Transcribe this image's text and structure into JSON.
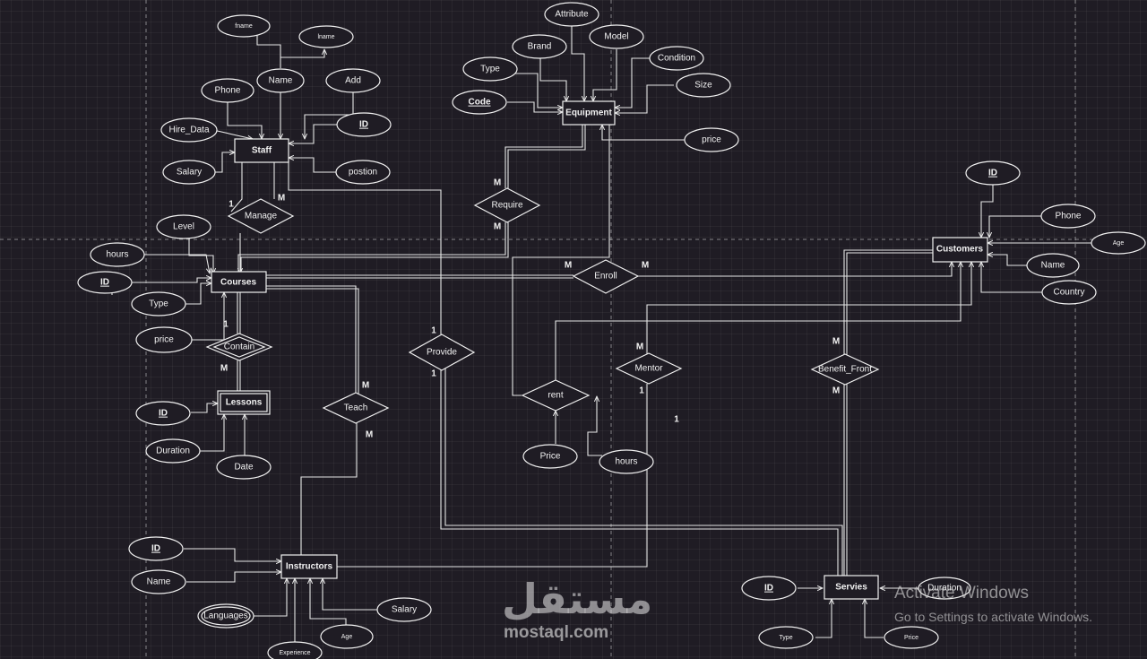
{
  "entities": {
    "staff": "Staff",
    "equipment": "Equipment",
    "customers": "Customers",
    "courses": "Courses",
    "lessons": "Lessons",
    "instructors": "Instructors",
    "servies": "Servies"
  },
  "relationships": {
    "manage": "Manage",
    "require": "Require",
    "enroll": "Enroll",
    "contain": "Contain",
    "provide": "Provide",
    "mentor": "Mentor",
    "benefit_front": "Benefit_Front",
    "rent": "rent",
    "teach": "Teach"
  },
  "attributes": {
    "staff_fname": "fname",
    "staff_lname": "lname",
    "staff_name": "Name",
    "staff_phone": "Phone",
    "staff_add": "Add",
    "staff_id": "ID",
    "staff_hire": "Hire_Data",
    "staff_salary": "Salary",
    "staff_position": "postion",
    "eq_attribute": "Attribute",
    "eq_brand": "Brand",
    "eq_model": "Model",
    "eq_type": "Type",
    "eq_condition": "Condition",
    "eq_code": "Code",
    "eq_size": "Size",
    "eq_price": "price",
    "cust_id": "ID",
    "cust_phone": "Phone",
    "cust_age": "Age",
    "cust_name": "Name",
    "cust_country": "Country",
    "course_level": "Level",
    "course_hours": "hours",
    "course_id": "ID",
    "course_type": "Type",
    "course_price": "price",
    "lesson_id": "ID",
    "lesson_duration": "Duration",
    "lesson_date": "Date",
    "rent_price": "Price",
    "rent_hours": "hours",
    "inst_id": "ID",
    "inst_name": "Name",
    "inst_languages": "Languages",
    "inst_salary": "Salary",
    "inst_age": "Age",
    "inst_experience": "Experience",
    "serv_id": "ID",
    "serv_duration": "Duration",
    "serv_type": "Type",
    "serv_price": "Price"
  },
  "cardinalities": {
    "manage_staff_1": "1",
    "manage_staff_m": "M",
    "require_top": "M",
    "require_bottom": "M",
    "enroll_left": "M",
    "enroll_right": "M",
    "contain_top": "1",
    "contain_bottom": "M",
    "provide_top": "1",
    "provide_bottom": "1",
    "mentor_top": "M",
    "mentor_bottom": "1",
    "mentor_far": "1",
    "benefit_top": "M",
    "benefit_bottom": "M",
    "teach_top": "M",
    "teach_bottom": "M"
  },
  "watermark": {
    "logo": "مستقل",
    "site": "mostaql.com"
  },
  "os_notice": {
    "title": "Activate Windows",
    "subtitle": "Go to Settings to activate Windows."
  }
}
